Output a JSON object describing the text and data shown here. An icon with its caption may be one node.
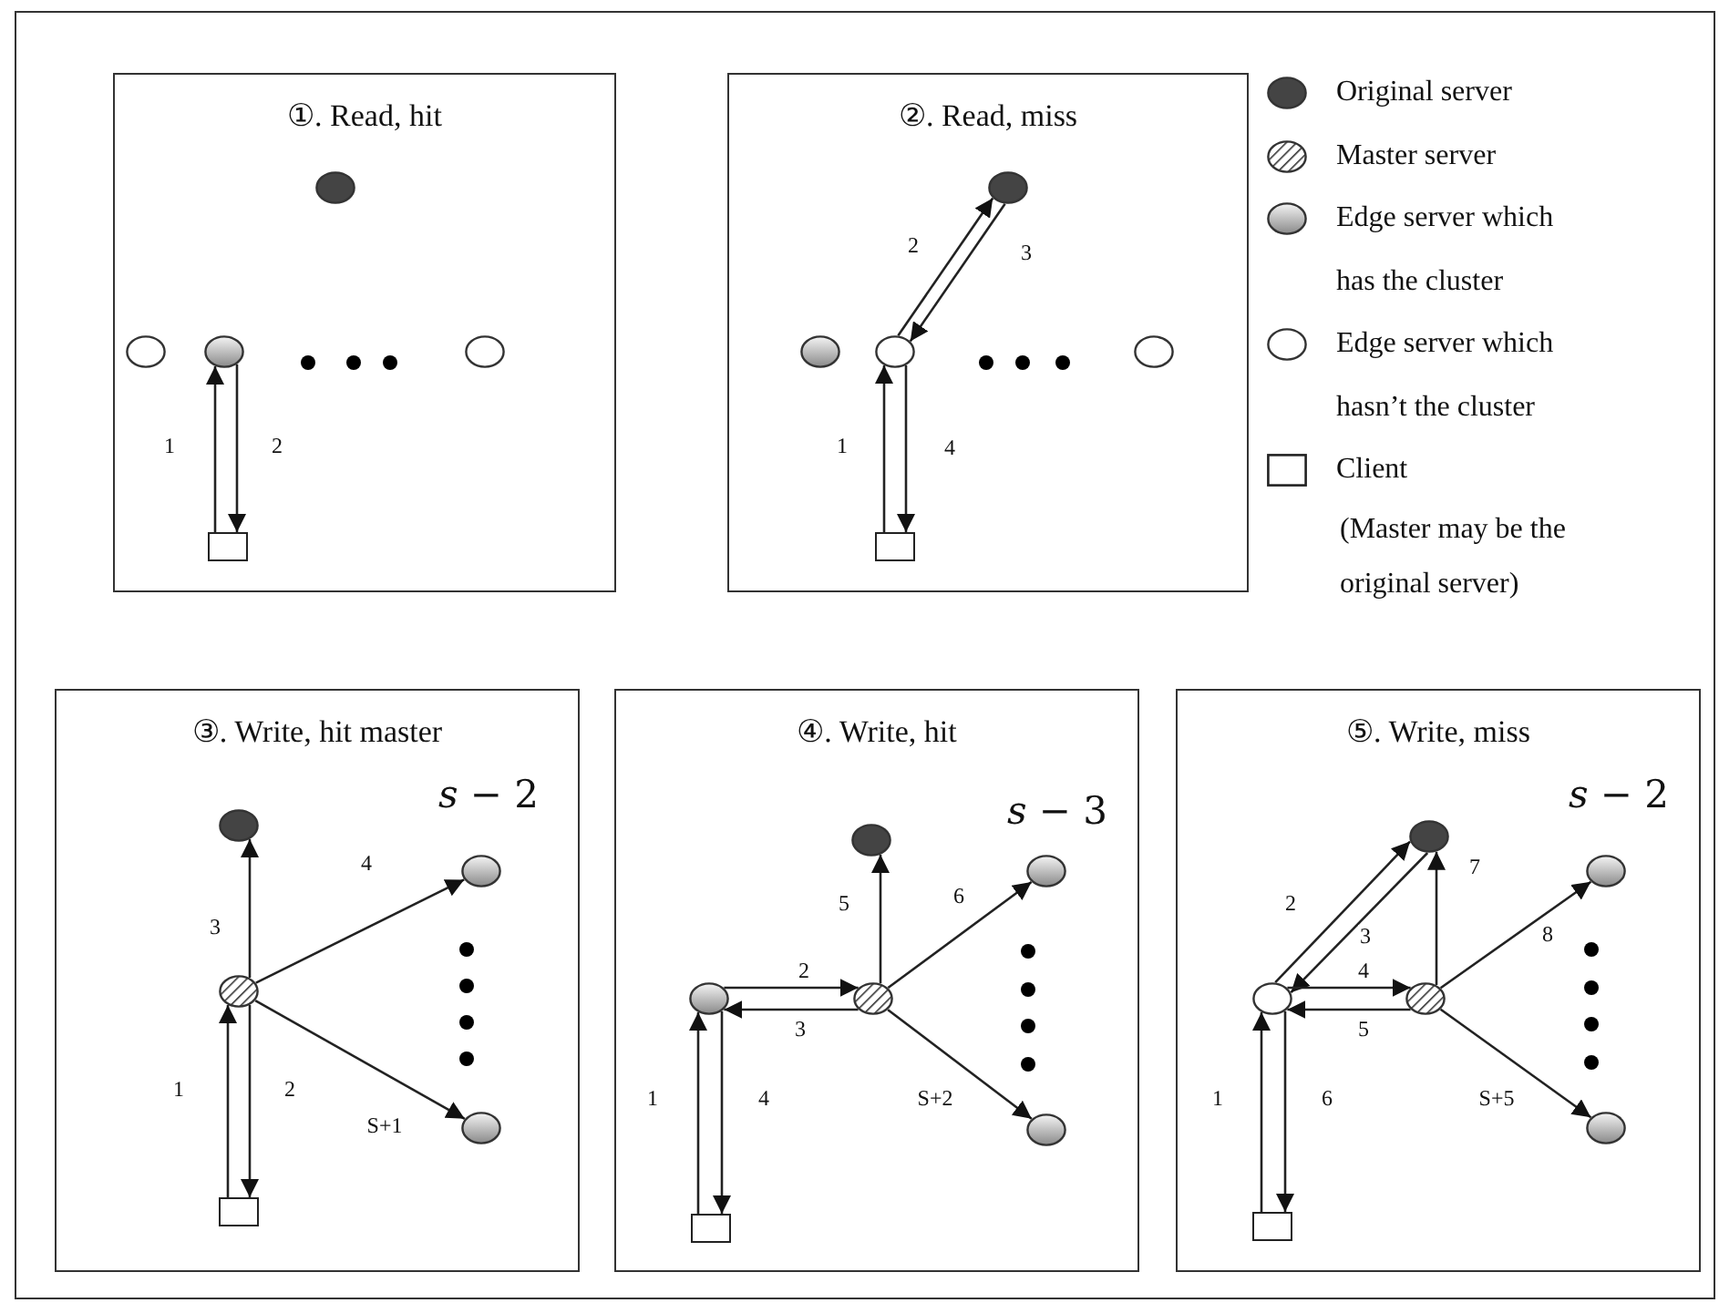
{
  "diagram": {
    "nodes": [
      {
        "text": [
          "①. Read, hit"
        ]
      },
      {
        "text": [],
        "shape": "circle",
        "in": 0
      },
      {
        "text": [],
        "shape": "circle",
        "in": 0
      },
      {
        "text": [],
        "shape": "circle",
        "in": 0
      },
      {
        "text": [],
        "shape": "circle",
        "in": 0
      },
      {
        "text": [],
        "shape": "box",
        "in": 0
      },
      {
        "text": [
          "②. Read, miss"
        ]
      },
      {
        "text": [],
        "shape": "circle",
        "in": 6
      },
      {
        "text": [],
        "shape": "circle",
        "in": 6
      },
      {
        "text": [],
        "shape": "circle",
        "in": 6
      },
      {
        "text": [],
        "shape": "circle",
        "in": 6
      },
      {
        "text": [],
        "shape": "box",
        "in": 6
      },
      {
        "text": [
          "③. Write, hit master"
        ]
      },
      {
        "text": [],
        "shape": "circle",
        "in": 12
      },
      {
        "text": [],
        "shape": "circle",
        "in": 12
      },
      {
        "text": [],
        "shape": "circle",
        "in": 12,
        "beside": [
          "*s* − 2"
        ]
      },
      {
        "text": [],
        "shape": "circle",
        "in": 12
      },
      {
        "text": [],
        "shape": "box",
        "in": 12
      },
      {
        "text": [
          "④. Write, hit"
        ]
      },
      {
        "text": [],
        "shape": "circle",
        "in": 18
      },
      {
        "text": [],
        "shape": "circle",
        "in": 18
      },
      {
        "text": [],
        "shape": "circle",
        "in": 18
      },
      {
        "text": [],
        "shape": "circle",
        "in": 18,
        "beside": [
          "*s* − 3"
        ]
      },
      {
        "text": [],
        "shape": "circle",
        "in": 18
      },
      {
        "text": [],
        "shape": "box",
        "in": 18
      },
      {
        "text": [
          "⑤. Write, miss"
        ]
      },
      {
        "text": [],
        "shape": "circle",
        "in": 25
      },
      {
        "text": [],
        "shape": "circle",
        "in": 25
      },
      {
        "text": [],
        "shape": "circle",
        "in": 25
      },
      {
        "text": [],
        "shape": "circle",
        "in": 25,
        "beside": [
          "*s* − 2"
        ]
      },
      {
        "text": [],
        "shape": "circle",
        "in": 25
      },
      {
        "text": [],
        "shape": "box",
        "in": 25
      }
    ],
    "edges": [
      {
        "from": 5,
        "to": 3,
        "arrow": "to",
        "label": "1"
      },
      {
        "from": 3,
        "to": 5,
        "arrow": "to",
        "label": "2"
      },
      {
        "from": 11,
        "to": 9,
        "arrow": "to",
        "label": "1"
      },
      {
        "from": 9,
        "to": 7,
        "arrow": "to",
        "label": "2"
      },
      {
        "from": 7,
        "to": 9,
        "arrow": "to",
        "label": "3"
      },
      {
        "from": 9,
        "to": 11,
        "arrow": "to",
        "label": "4"
      },
      {
        "from": 17,
        "to": 14,
        "arrow": "to",
        "label": "1"
      },
      {
        "from": 14,
        "to": 17,
        "arrow": "to",
        "label": "2"
      },
      {
        "from": 14,
        "to": 13,
        "arrow": "to",
        "label": "3"
      },
      {
        "from": 14,
        "to": 15,
        "arrow": "to",
        "label": "4"
      },
      {
        "from": 14,
        "to": 16,
        "arrow": "to",
        "label": "S+1"
      },
      {
        "from": 24,
        "to": 20,
        "arrow": "to",
        "label": "1"
      },
      {
        "from": 20,
        "to": 21,
        "arrow": "to",
        "label": "2"
      },
      {
        "from": 21,
        "to": 20,
        "arrow": "to",
        "label": "3"
      },
      {
        "from": 20,
        "to": 24,
        "arrow": "to",
        "label": "4"
      },
      {
        "from": 21,
        "to": 19,
        "arrow": "to",
        "label": "5"
      },
      {
        "from": 21,
        "to": 22,
        "arrow": "to",
        "label": "6"
      },
      {
        "from": 21,
        "to": 23,
        "arrow": "to",
        "label": "S+2"
      },
      {
        "from": 31,
        "to": 27,
        "arrow": "to",
        "label": "1"
      },
      {
        "from": 27,
        "to": 26,
        "arrow": "to",
        "label": "2"
      },
      {
        "from": 26,
        "to": 27,
        "arrow": "to",
        "label": "3"
      },
      {
        "from": 27,
        "to": 28,
        "arrow": "to",
        "label": "4"
      },
      {
        "from": 28,
        "to": 27,
        "arrow": "to",
        "label": "5"
      },
      {
        "from": 27,
        "to": 31,
        "arrow": "to",
        "label": "6"
      },
      {
        "from": 28,
        "to": 26,
        "arrow": "to",
        "label": "7"
      },
      {
        "from": 28,
        "to": 29,
        "arrow": "to",
        "label": "8"
      },
      {
        "from": 28,
        "to": 30,
        "arrow": "to",
        "label": "S+5"
      }
    ],
    "labels": [
      "(Master may be the original server)"
    ],
    "legend": [
      {
        "text": "Original server"
      },
      {
        "text": "Master server"
      },
      {
        "text": "Edge server which has the cluster"
      },
      {
        "text": "Edge server which hasn’t the cluster"
      },
      {
        "text": "Client"
      }
    ]
  }
}
